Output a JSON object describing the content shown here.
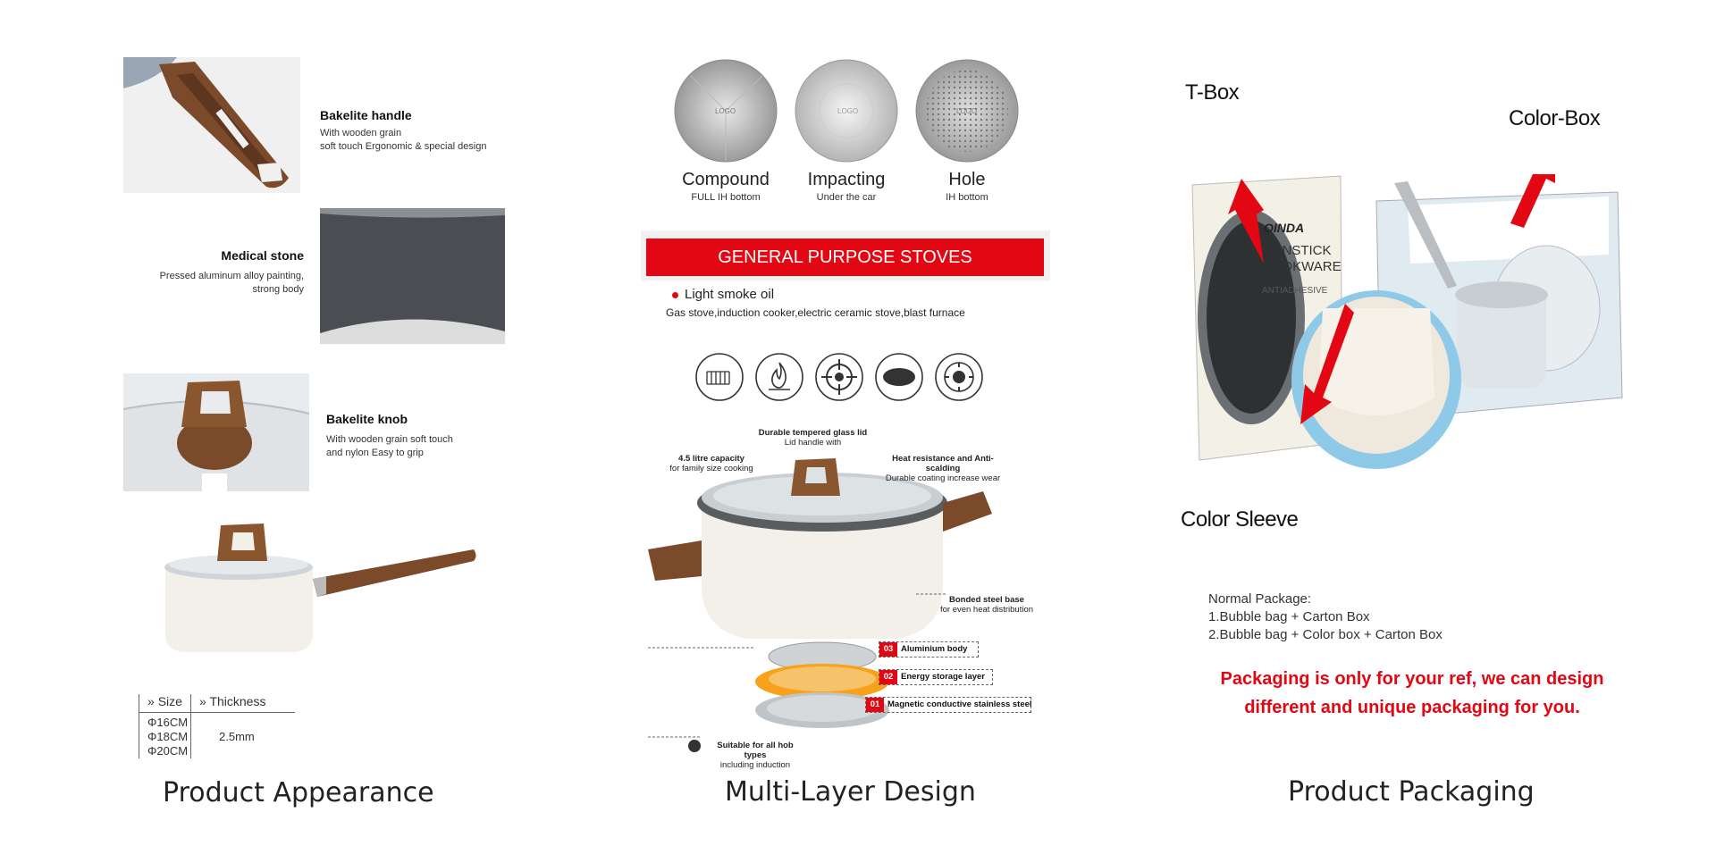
{
  "appearance": {
    "features": [
      {
        "title": "Bakelite handle",
        "lines": [
          "With wooden grain",
          "soft touch Ergonomic & special design"
        ]
      },
      {
        "title": "Medical stone",
        "lines": [
          "Pressed aluminum alloy painting,",
          "strong body"
        ]
      },
      {
        "title": "Bakelite knob",
        "lines": [
          "With wooden grain soft touch",
          "and nylon Easy to grip"
        ]
      }
    ],
    "table": {
      "size_header": "Size",
      "thickness_header": "Thickness",
      "sizes": [
        "Φ16CM",
        "Φ18CM",
        "Φ20CM"
      ],
      "thickness": "2.5mm"
    },
    "caption": "Product Appearance"
  },
  "multilayer": {
    "discs": [
      {
        "logo": "LOGO",
        "title": "Compound",
        "subtitle": "FULL IH bottom"
      },
      {
        "logo": "LOGO",
        "title": "Impacting",
        "subtitle": "Under the car"
      },
      {
        "logo": "LOGO",
        "title": "Hole",
        "subtitle": "IH bottom"
      }
    ],
    "banner": "GENERAL PURPOSE STOVES",
    "bullet_title": "Light smoke oil",
    "bullet_desc": "Gas stove,induction cooker,electric ceramic stove,blast furnace",
    "callouts": {
      "lid_title": "Durable tempered glass lid",
      "lid_sub": "Lid handle with",
      "capacity_title": "4.5 litre capacity",
      "capacity_sub": "for family size cooking",
      "heat_title": "Heat resistance and Anti-scalding",
      "heat_sub": "Durable coating increase wear",
      "base_title": "Bonded steel base",
      "base_sub": "for even heat distribution",
      "hob_title": "Suitable for all hob types",
      "hob_sub": "including induction"
    },
    "layers": [
      {
        "num": "03",
        "label": "Aluminium body"
      },
      {
        "num": "02",
        "label": "Energy storage layer"
      },
      {
        "num": "01",
        "label": "Magnetic conductive stainless steel"
      }
    ],
    "caption": "Multi-Layer Design"
  },
  "packaging": {
    "labels": {
      "tbox": "T-Box",
      "colorbox": "Color-Box",
      "sleeve": "Color Sleeve"
    },
    "box_brand": "OINDA",
    "box_lines": [
      "NONSTICK",
      "COOKWARE"
    ],
    "box_small": "ANTIADHESIVE",
    "normal_title": "Normal Package:",
    "normal_items": [
      "1.Bubble bag + Carton Box",
      "2.Bubble bag + Color box + Carton Box"
    ],
    "note_lines": [
      "Packaging is only for your ref, we can design",
      "different and unique packaging for you."
    ],
    "caption": "Product Packaging"
  },
  "colors": {
    "accent_red": "#e30613",
    "wood": "#7a4a2a",
    "pan_white": "#f3f0ea"
  }
}
